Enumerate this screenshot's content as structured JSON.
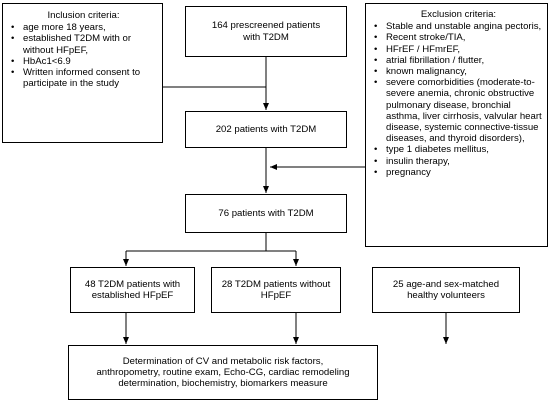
{
  "inclusion": {
    "title": "Inclusion criteria:",
    "items": [
      "age more 18 years,",
      "established T2DM with or without HFpEF,",
      "HbAc1<6.9",
      "Written informed consent to participate in the study"
    ]
  },
  "exclusion": {
    "title": "Exclusion criteria:",
    "items": [
      "Stable and unstable angina pectoris,",
      "Recent stroke/TIA,",
      "HFrEF / HFmrEF,",
      "atrial fibrillation / flutter,",
      "known malignancy,",
      "severe comorbidities (moderate-to-severe anemia, chronic obstructive pulmonary disease, bronchial asthma, liver cirrhosis, valvular heart disease, systemic connective-tissue diseases, and thyroid disorders),",
      "type 1 diabetes mellitus,",
      "insulin therapy,",
      "pregnancy"
    ]
  },
  "flow": {
    "prescreened": [
      "164 prescreened patients",
      "with T2DM"
    ],
    "t2dm_202": "202 patients with T2DM",
    "t2dm_76": "76 patients with T2DM",
    "hfpef": [
      "48 T2DM patients with",
      "established HFpEF"
    ],
    "no_hfpef": [
      "28 T2DM patients without",
      "HFpEF"
    ],
    "healthy": [
      "25 age-and sex-matched",
      "healthy volunteers"
    ],
    "final": [
      "Determination of CV and metabolic risk factors,",
      "anthropometry, routine exam, Echo-CG, cardiac remodeling",
      "determination, biochemistry, biomarkers measure"
    ]
  }
}
